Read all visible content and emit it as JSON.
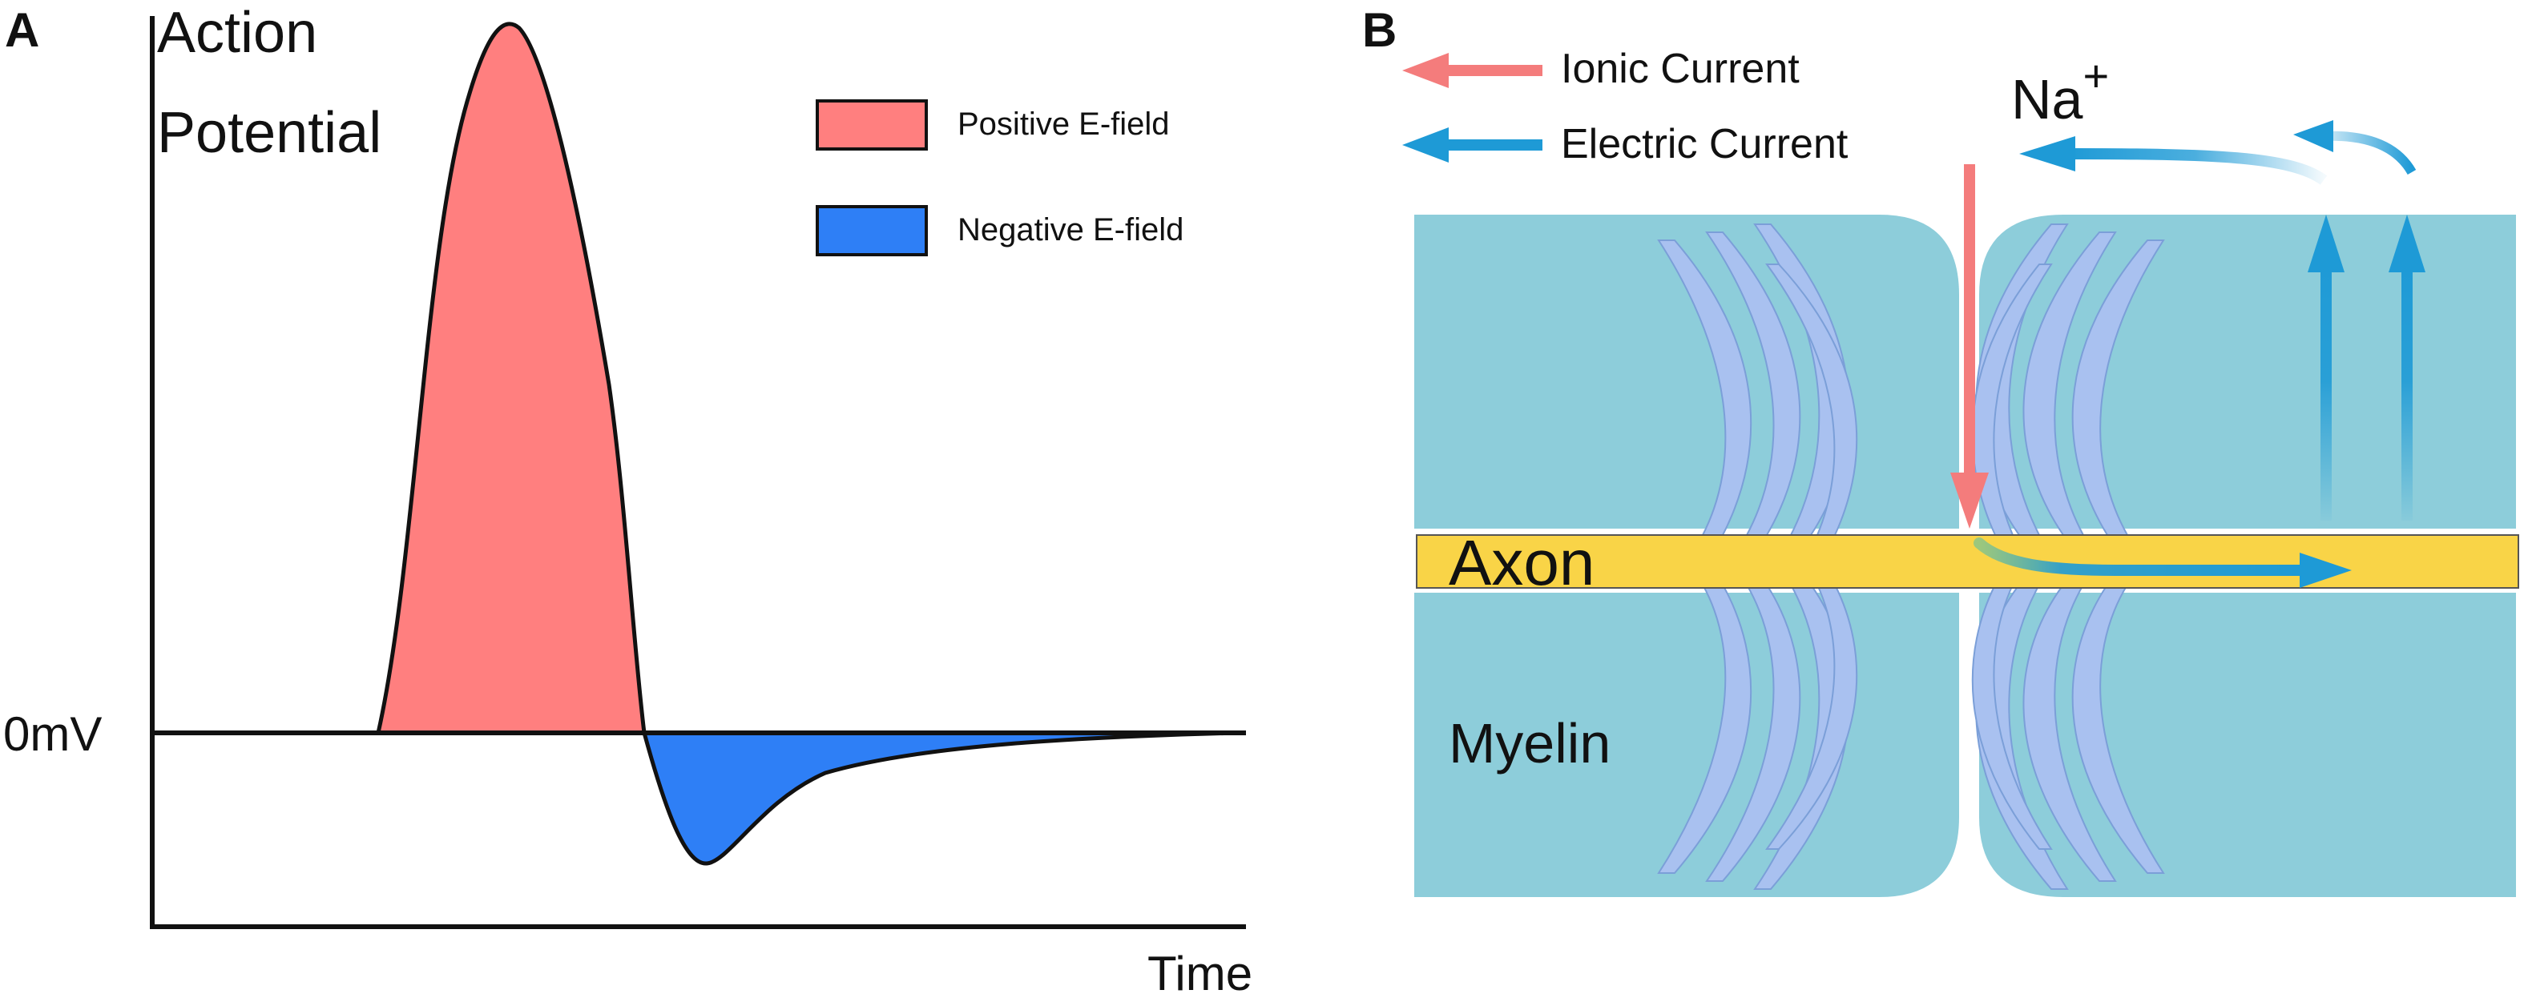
{
  "panel_a": {
    "letter": "A",
    "ylabel_line1": "Action",
    "ylabel_line2": "Potential",
    "zero_label": "0mV",
    "xlabel": "Time",
    "legend": [
      {
        "label": "Positive E-field",
        "color": "#ff7f7f"
      },
      {
        "label": "Negative E-field",
        "color": "#2e7ff6"
      }
    ]
  },
  "panel_b": {
    "letter": "B",
    "legend": [
      {
        "label": "Ionic Current",
        "color": "#f47c7c"
      },
      {
        "label": "Electric Current",
        "color": "#1e9ad6"
      }
    ],
    "ion_label": "Na",
    "ion_charge": "+",
    "axon_label": "Axon",
    "myelin_label": "Myelin",
    "colors": {
      "myelin": "#8dcdda",
      "axon": "#f9d447",
      "lamella": "#a9c1f0"
    }
  }
}
